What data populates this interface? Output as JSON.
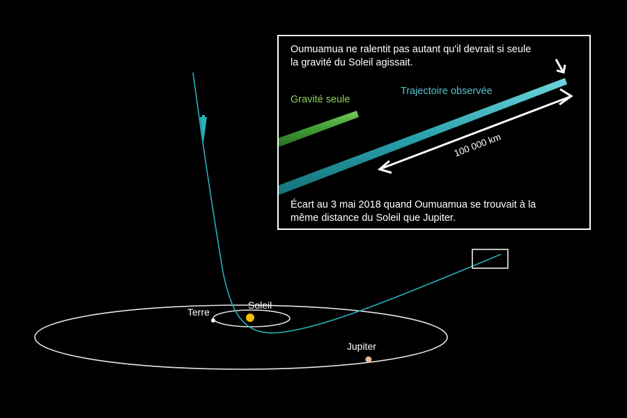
{
  "labels": {
    "earth": "Terre",
    "sun": "Soleil",
    "jupiter": "Jupiter"
  },
  "inset": {
    "title_line1": "Oumuamua ne ralentit pas autant qu'il devrait si seule",
    "title_line2": "la gravité du Soleil agissait.",
    "gravity_label": "Gravité seule",
    "observed_label": "Trajectoire observée",
    "distance_label": "100 000 km",
    "note_line1": "Écart au 3 mai 2018 quand Oumuamua se trouvait à la",
    "note_line2": "même distance du Soleil que Jupiter."
  },
  "colors": {
    "background": "#000000",
    "trajectory": "#2ab0b8",
    "observed": "#2fa9b5",
    "gravity": "#3f9e35",
    "gravity_text": "#8dd15a",
    "observed_text": "#56c2cc",
    "sun": "#f2c200",
    "jupiter": "#e8b899",
    "orbit": "#ffffff"
  }
}
